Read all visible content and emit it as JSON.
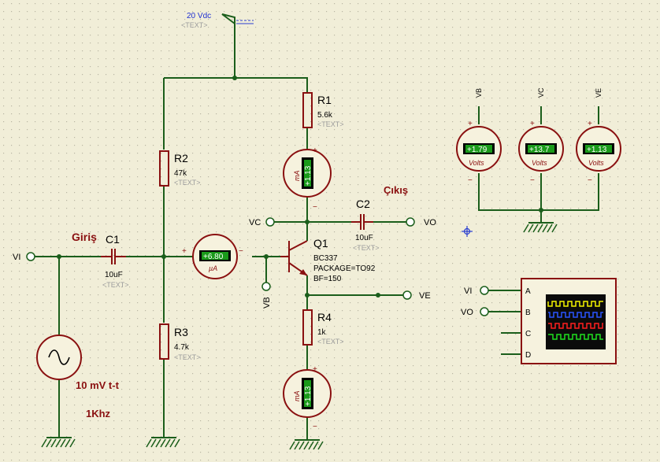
{
  "supply": {
    "label": "20 Vdc",
    "text": "<TEXT>"
  },
  "components": {
    "R1": {
      "name": "R1",
      "value": "5.6k",
      "text": "<TEXT>"
    },
    "R2": {
      "name": "R2",
      "value": "47k",
      "text": "<TEXT>"
    },
    "R3": {
      "name": "R3",
      "value": "4.7k",
      "text": "<TEXT>"
    },
    "R4": {
      "name": "R4",
      "value": "1k",
      "text": "<TEXT>"
    },
    "C1": {
      "name": "C1",
      "value": "10uF",
      "text": "<TEXT>"
    },
    "C2": {
      "name": "C2",
      "value": "10uF",
      "text": "<TEXT>"
    },
    "Q1": {
      "name": "Q1",
      "model": "BC337",
      "package": "PACKAGE=TO92",
      "bf": "BF=150"
    }
  },
  "labels": {
    "input_title": "Giriş",
    "output_title": "Çıkış",
    "source_amp": "10 mV t-t",
    "source_freq": "1Khz"
  },
  "terminals": {
    "vi": "VI",
    "vo": "VO",
    "vc": "VC",
    "ve": "VE",
    "vb": "VB"
  },
  "meters": {
    "collector_ma": {
      "reading": "+1.13",
      "unit": "mA"
    },
    "emitter_ma": {
      "reading": "+1.13",
      "unit": "mA"
    },
    "base_ua": {
      "reading": "+6.80",
      "unit": "µA"
    },
    "vb": {
      "probe": "VB",
      "reading": "+1.79",
      "unit": "Volts"
    },
    "vc": {
      "probe": "VC",
      "reading": "+13.7",
      "unit": "Volts"
    },
    "ve": {
      "probe": "VE",
      "reading": "+1.13",
      "unit": "Volts"
    }
  },
  "polarity": {
    "plus": "+",
    "minus": "−"
  },
  "oscilloscope": {
    "channels": [
      "A",
      "B",
      "C",
      "D"
    ],
    "inputs": [
      "VI",
      "VO"
    ],
    "trace_colors": [
      "#f5f500",
      "#2a55ff",
      "#ff2020",
      "#20e020"
    ]
  }
}
